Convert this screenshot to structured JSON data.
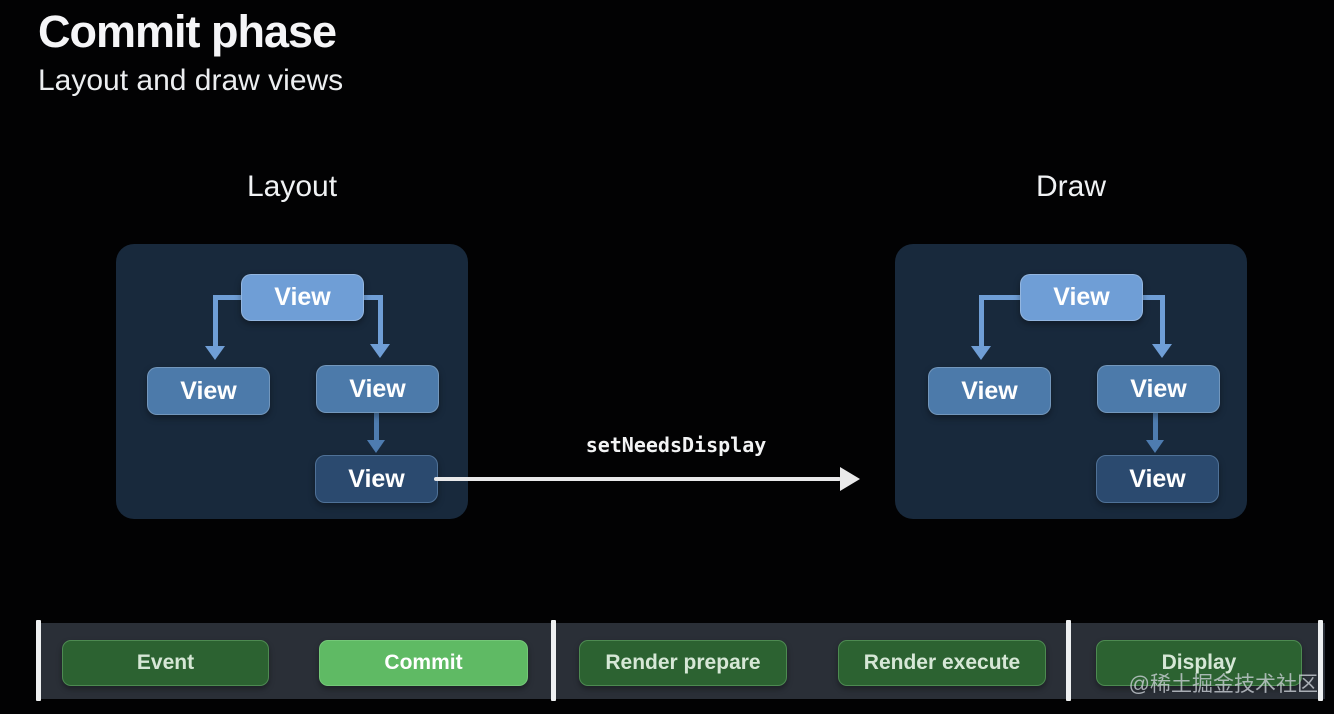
{
  "slide": {
    "title": "Commit phase",
    "subtitle": "Layout and draw views"
  },
  "diagram": {
    "sections": [
      {
        "id": "layout",
        "title": "Layout",
        "nodes": [
          {
            "role": "root",
            "label": "View"
          },
          {
            "role": "child-left",
            "label": "View"
          },
          {
            "role": "child-right",
            "label": "View"
          },
          {
            "role": "grandchild",
            "label": "View"
          }
        ]
      },
      {
        "id": "draw",
        "title": "Draw",
        "nodes": [
          {
            "role": "root",
            "label": "View"
          },
          {
            "role": "child-left",
            "label": "View"
          },
          {
            "role": "child-right",
            "label": "View"
          },
          {
            "role": "grandchild",
            "label": "View"
          }
        ]
      }
    ],
    "transition_arrow": {
      "label": "setNeedsDisplay",
      "direction": "right"
    }
  },
  "timeline": {
    "phases": [
      {
        "label": "Event",
        "active": false
      },
      {
        "label": "Commit",
        "active": true
      },
      {
        "label": "Render prepare",
        "active": false
      },
      {
        "label": "Render execute",
        "active": false
      },
      {
        "label": "Display",
        "active": false
      }
    ]
  },
  "watermark": {
    "text": "@稀土掘金技术社区"
  },
  "colors": {
    "background": "#020203",
    "tree_box": "#18293c",
    "node_root": "#6f9ed6",
    "node_mid": "#4c7aaa",
    "node_leaf": "#2b4a6f",
    "connector_primary": "#6f9ed6",
    "connector_secondary": "#4e7cb0",
    "transition_arrow": "#e9e9ea",
    "timeline_bar": "#2a2f37",
    "phase_inactive": "#2c6231",
    "phase_active": "#5fba64",
    "divider": "#eef0f1"
  }
}
